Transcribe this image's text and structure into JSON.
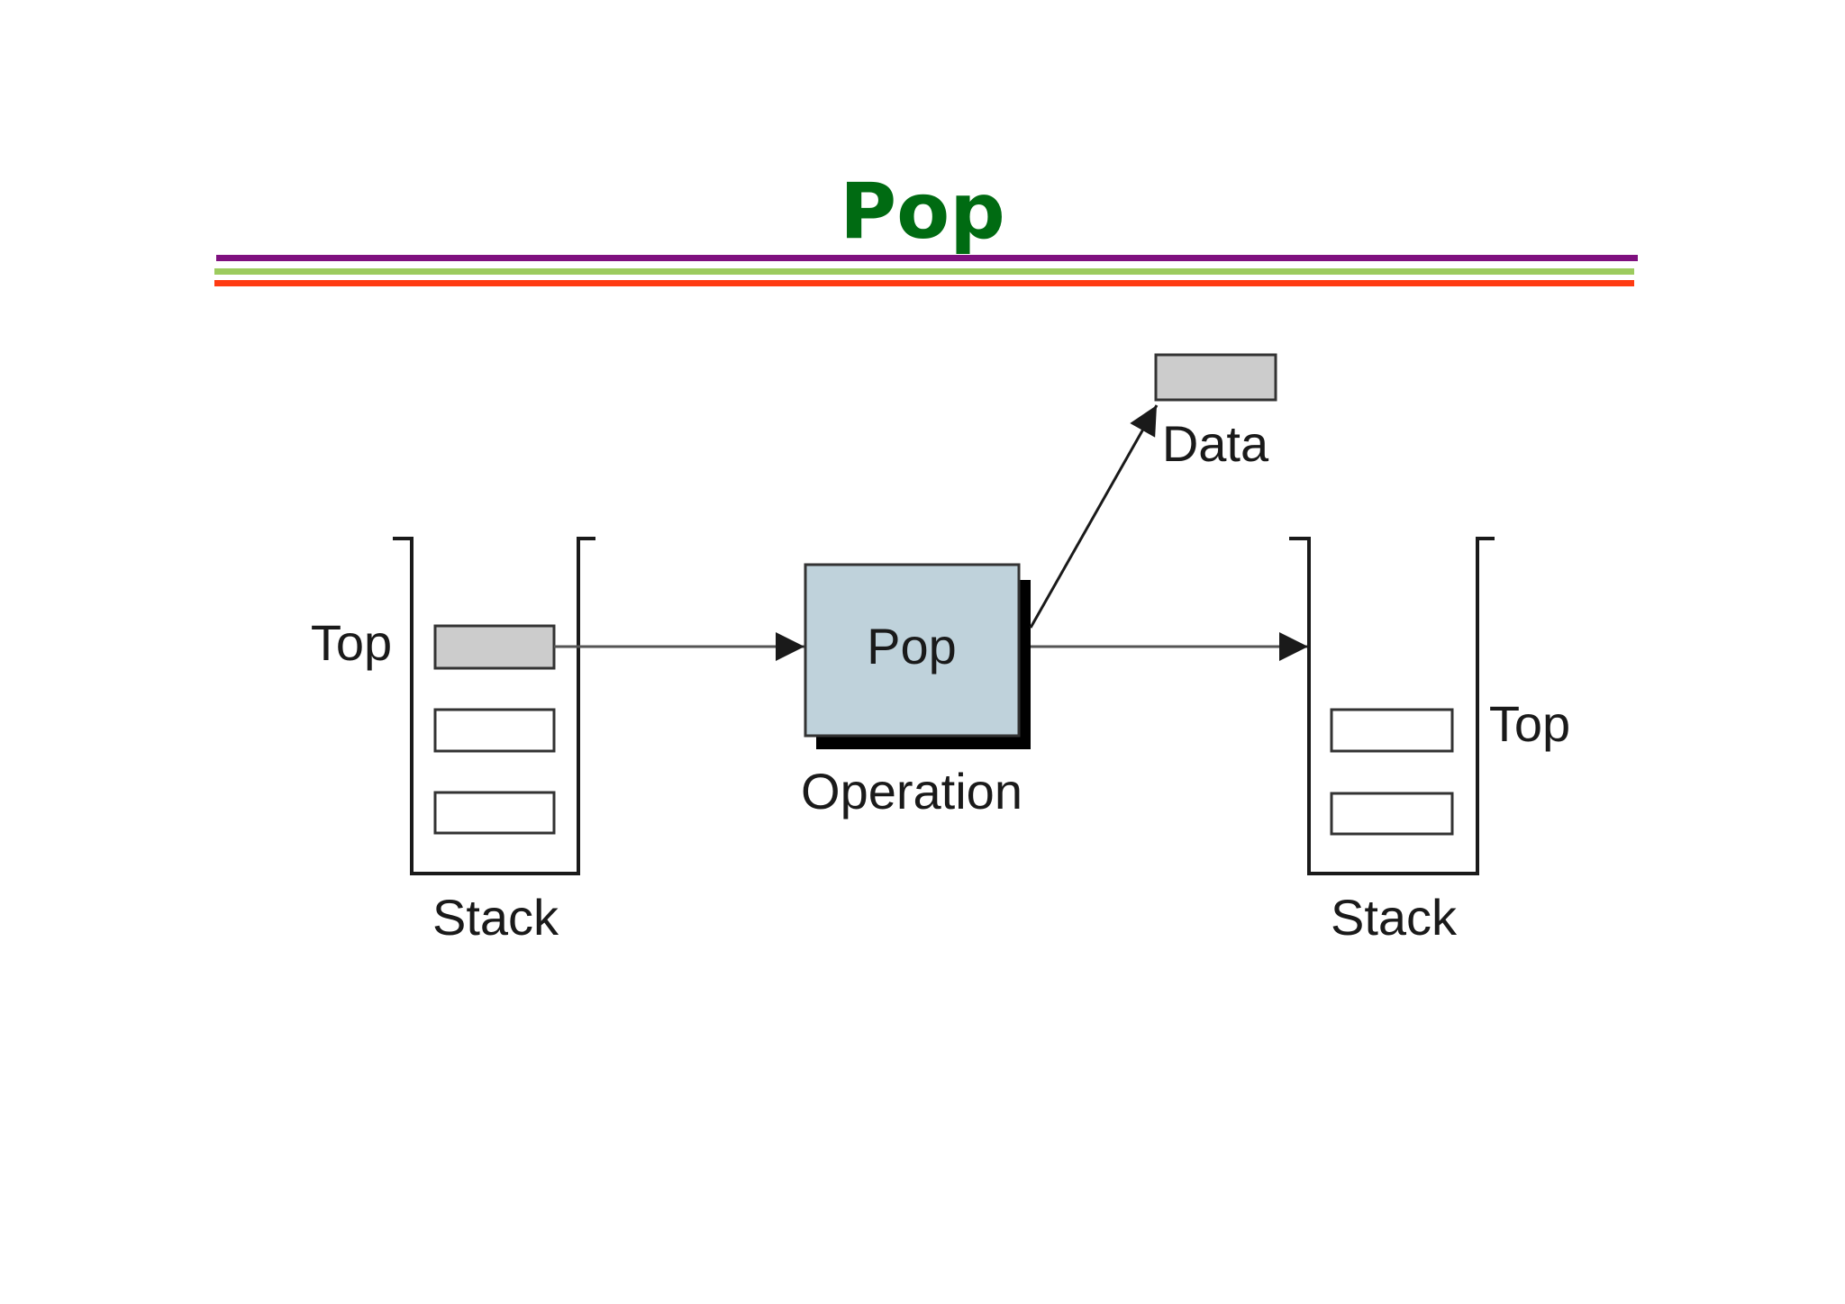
{
  "slide": {
    "title": "Pop"
  },
  "diagram": {
    "source_stack": {
      "top_label": "Top",
      "caption": "Stack"
    },
    "operation": {
      "name": "Pop",
      "caption": "Operation"
    },
    "output": {
      "label": "Data"
    },
    "result_stack": {
      "top_label": "Top",
      "caption": "Stack"
    }
  },
  "colors": {
    "title": "#006b12",
    "rule_purple": "#7f107f",
    "rule_green": "#9ccb5e",
    "rule_red": "#ff3b12",
    "operation_fill": "#bfd2db",
    "data_fill": "#cccccc",
    "ink": "#1a1a1a"
  }
}
